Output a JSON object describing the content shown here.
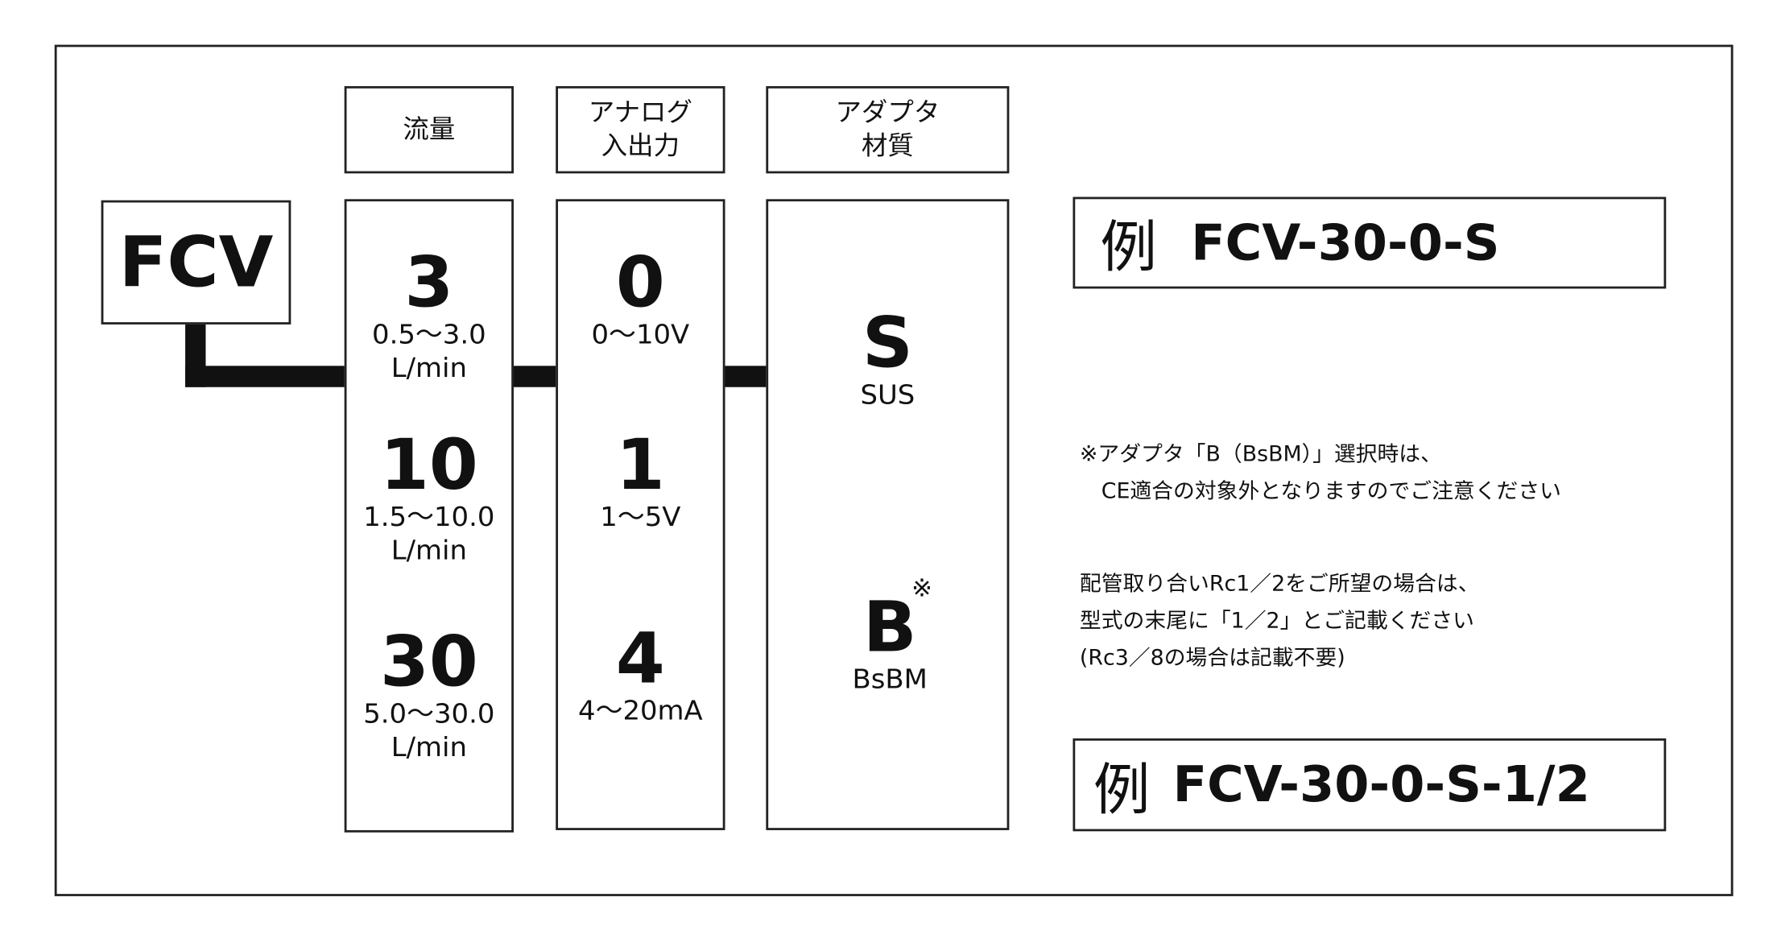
{
  "prefix": "FCV",
  "headers": {
    "flow": "流量",
    "analog": "アナログ\n入出力",
    "adapter": "アダプタ\n材質"
  },
  "flow_options": [
    {
      "code": "3",
      "range": "0.5～3.0",
      "unit": "L/min"
    },
    {
      "code": "10",
      "range": "1.5～10.0",
      "unit": "L/min"
    },
    {
      "code": "30",
      "range": "5.0～30.0",
      "unit": "L/min"
    }
  ],
  "analog_options": [
    {
      "code": "0",
      "range": "0～10V"
    },
    {
      "code": "1",
      "range": "1～5V"
    },
    {
      "code": "4",
      "range": "4～20mA"
    }
  ],
  "adapter_options": [
    {
      "code": "S",
      "material": "SUS",
      "mark": ""
    },
    {
      "code": "B",
      "material": "BsBM",
      "mark": "※"
    }
  ],
  "examples": [
    {
      "label": "例",
      "model": "FCV-30-0-S"
    },
    {
      "label": "例",
      "model": "FCV-30-0-S-1/2"
    }
  ],
  "notes": {
    "ce": "※アダプタ「B（BsBM）」選択時は、\n　CE適合の対象外となりますのでご注意ください",
    "piping": "配管取り合いRc1／2をご所望の場合は、\n型式の末尾に「1／2」とご記載ください\n(Rc3／8の場合は記載不要)"
  }
}
